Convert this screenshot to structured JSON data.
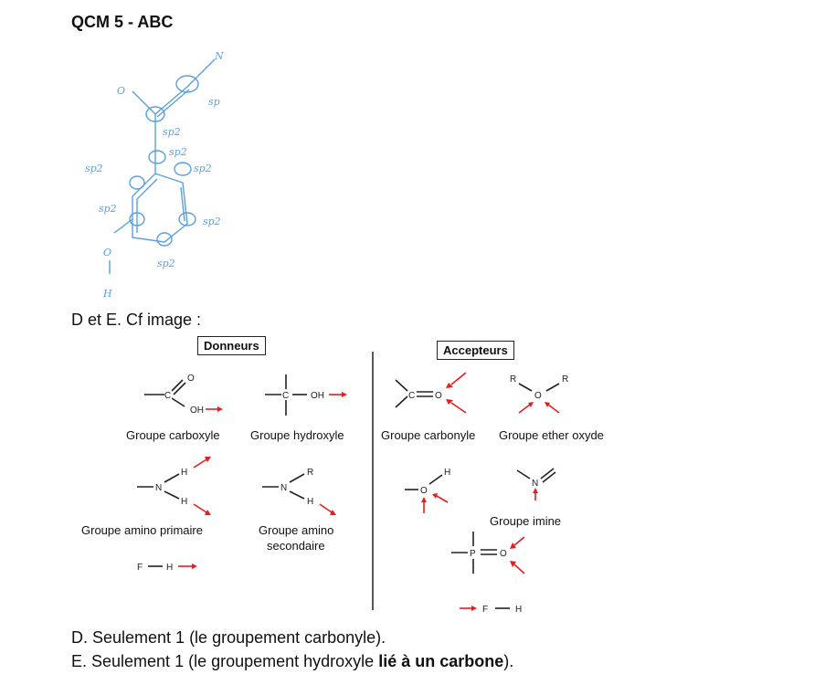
{
  "title": "QCM 5 - ABC",
  "de_text": "D et E. Cf image :",
  "donneurs_label": "Donneurs",
  "accepteurs_label": "Accepteurs",
  "groups": {
    "carboxyle": "Groupe carboxyle",
    "hydroxyle": "Groupe hydroxyle",
    "carbonyle": "Groupe carbonyle",
    "ether": "Groupe ether oxyde",
    "amino_primaire": "Groupe amino primaire",
    "amino_secondaire_1": "Groupe amino",
    "amino_secondaire_2": "secondaire",
    "imine": "Groupe imine"
  },
  "answer_d": "D. Seulement 1 (le groupement carbonyle).",
  "answer_e_pre": "E. Seulement 1 (le groupement hydroxyle ",
  "answer_e_bold": "lié à un carbone",
  "answer_e_post": ").",
  "sketch_labels": [
    "sp",
    "sp2",
    "sp2",
    "sp2",
    "sp2",
    "sp2",
    "sp2",
    "sp2",
    "O",
    "N",
    "O",
    "H"
  ],
  "atom_labels": [
    "O",
    "OH",
    "C",
    "OH",
    "C",
    "O",
    "R",
    "R",
    "O",
    "H",
    "N",
    "H",
    "H",
    "R",
    "H",
    "N",
    "O",
    "H",
    "N",
    "P",
    "O",
    "F",
    "H",
    "F",
    "H"
  ],
  "colors": {
    "handwriting": "#5aa0e0",
    "arrow": "#e02020"
  }
}
